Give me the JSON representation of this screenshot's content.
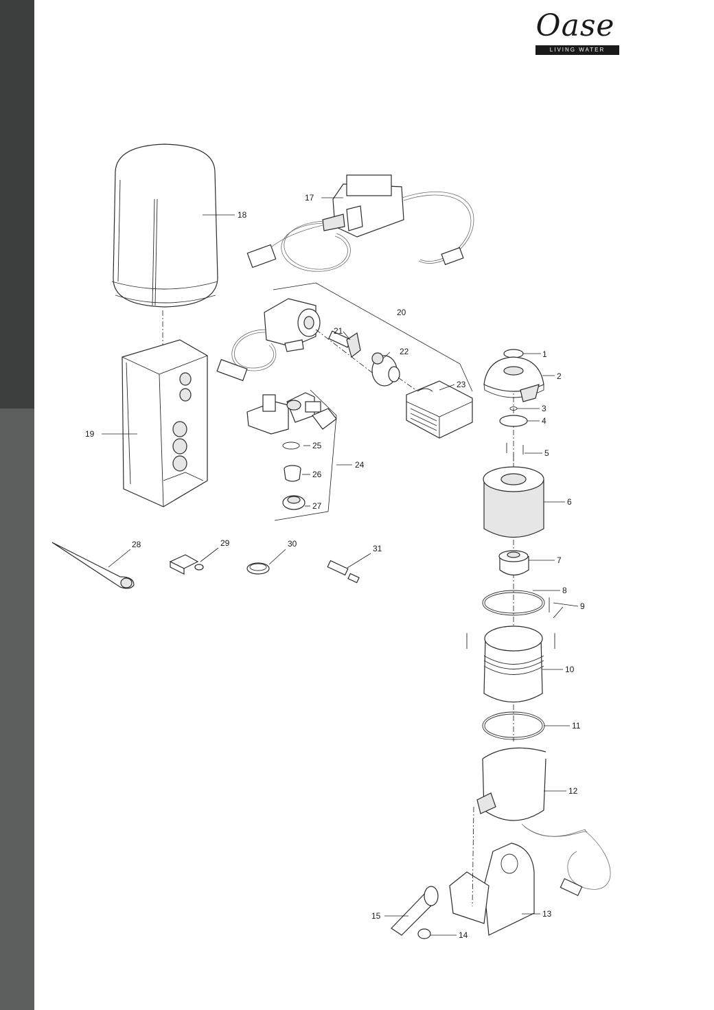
{
  "logo": {
    "brand": "Oase",
    "tagline": "LIVING WATER"
  },
  "labels": {
    "p1": "1",
    "p2": "2",
    "p3": "3",
    "p4": "4",
    "p5": "5",
    "p6": "6",
    "p7": "7",
    "p8": "8",
    "p9": "9",
    "p10": "10",
    "p11": "11",
    "p12": "12",
    "p13": "13",
    "p14": "14",
    "p15": "15",
    "p17": "17",
    "p18": "18",
    "p19": "19",
    "p20": "20",
    "p21": "21",
    "p22": "22",
    "p23": "23",
    "p24": "24",
    "p25": "25",
    "p26": "26",
    "p27": "27",
    "p28": "28",
    "p29": "29",
    "p30": "30",
    "p31": "31"
  },
  "colors": {
    "sidebar_dark": "#3c3f3d",
    "sidebar_mid": "#5a5e5c",
    "line": "#1a1a1a"
  }
}
